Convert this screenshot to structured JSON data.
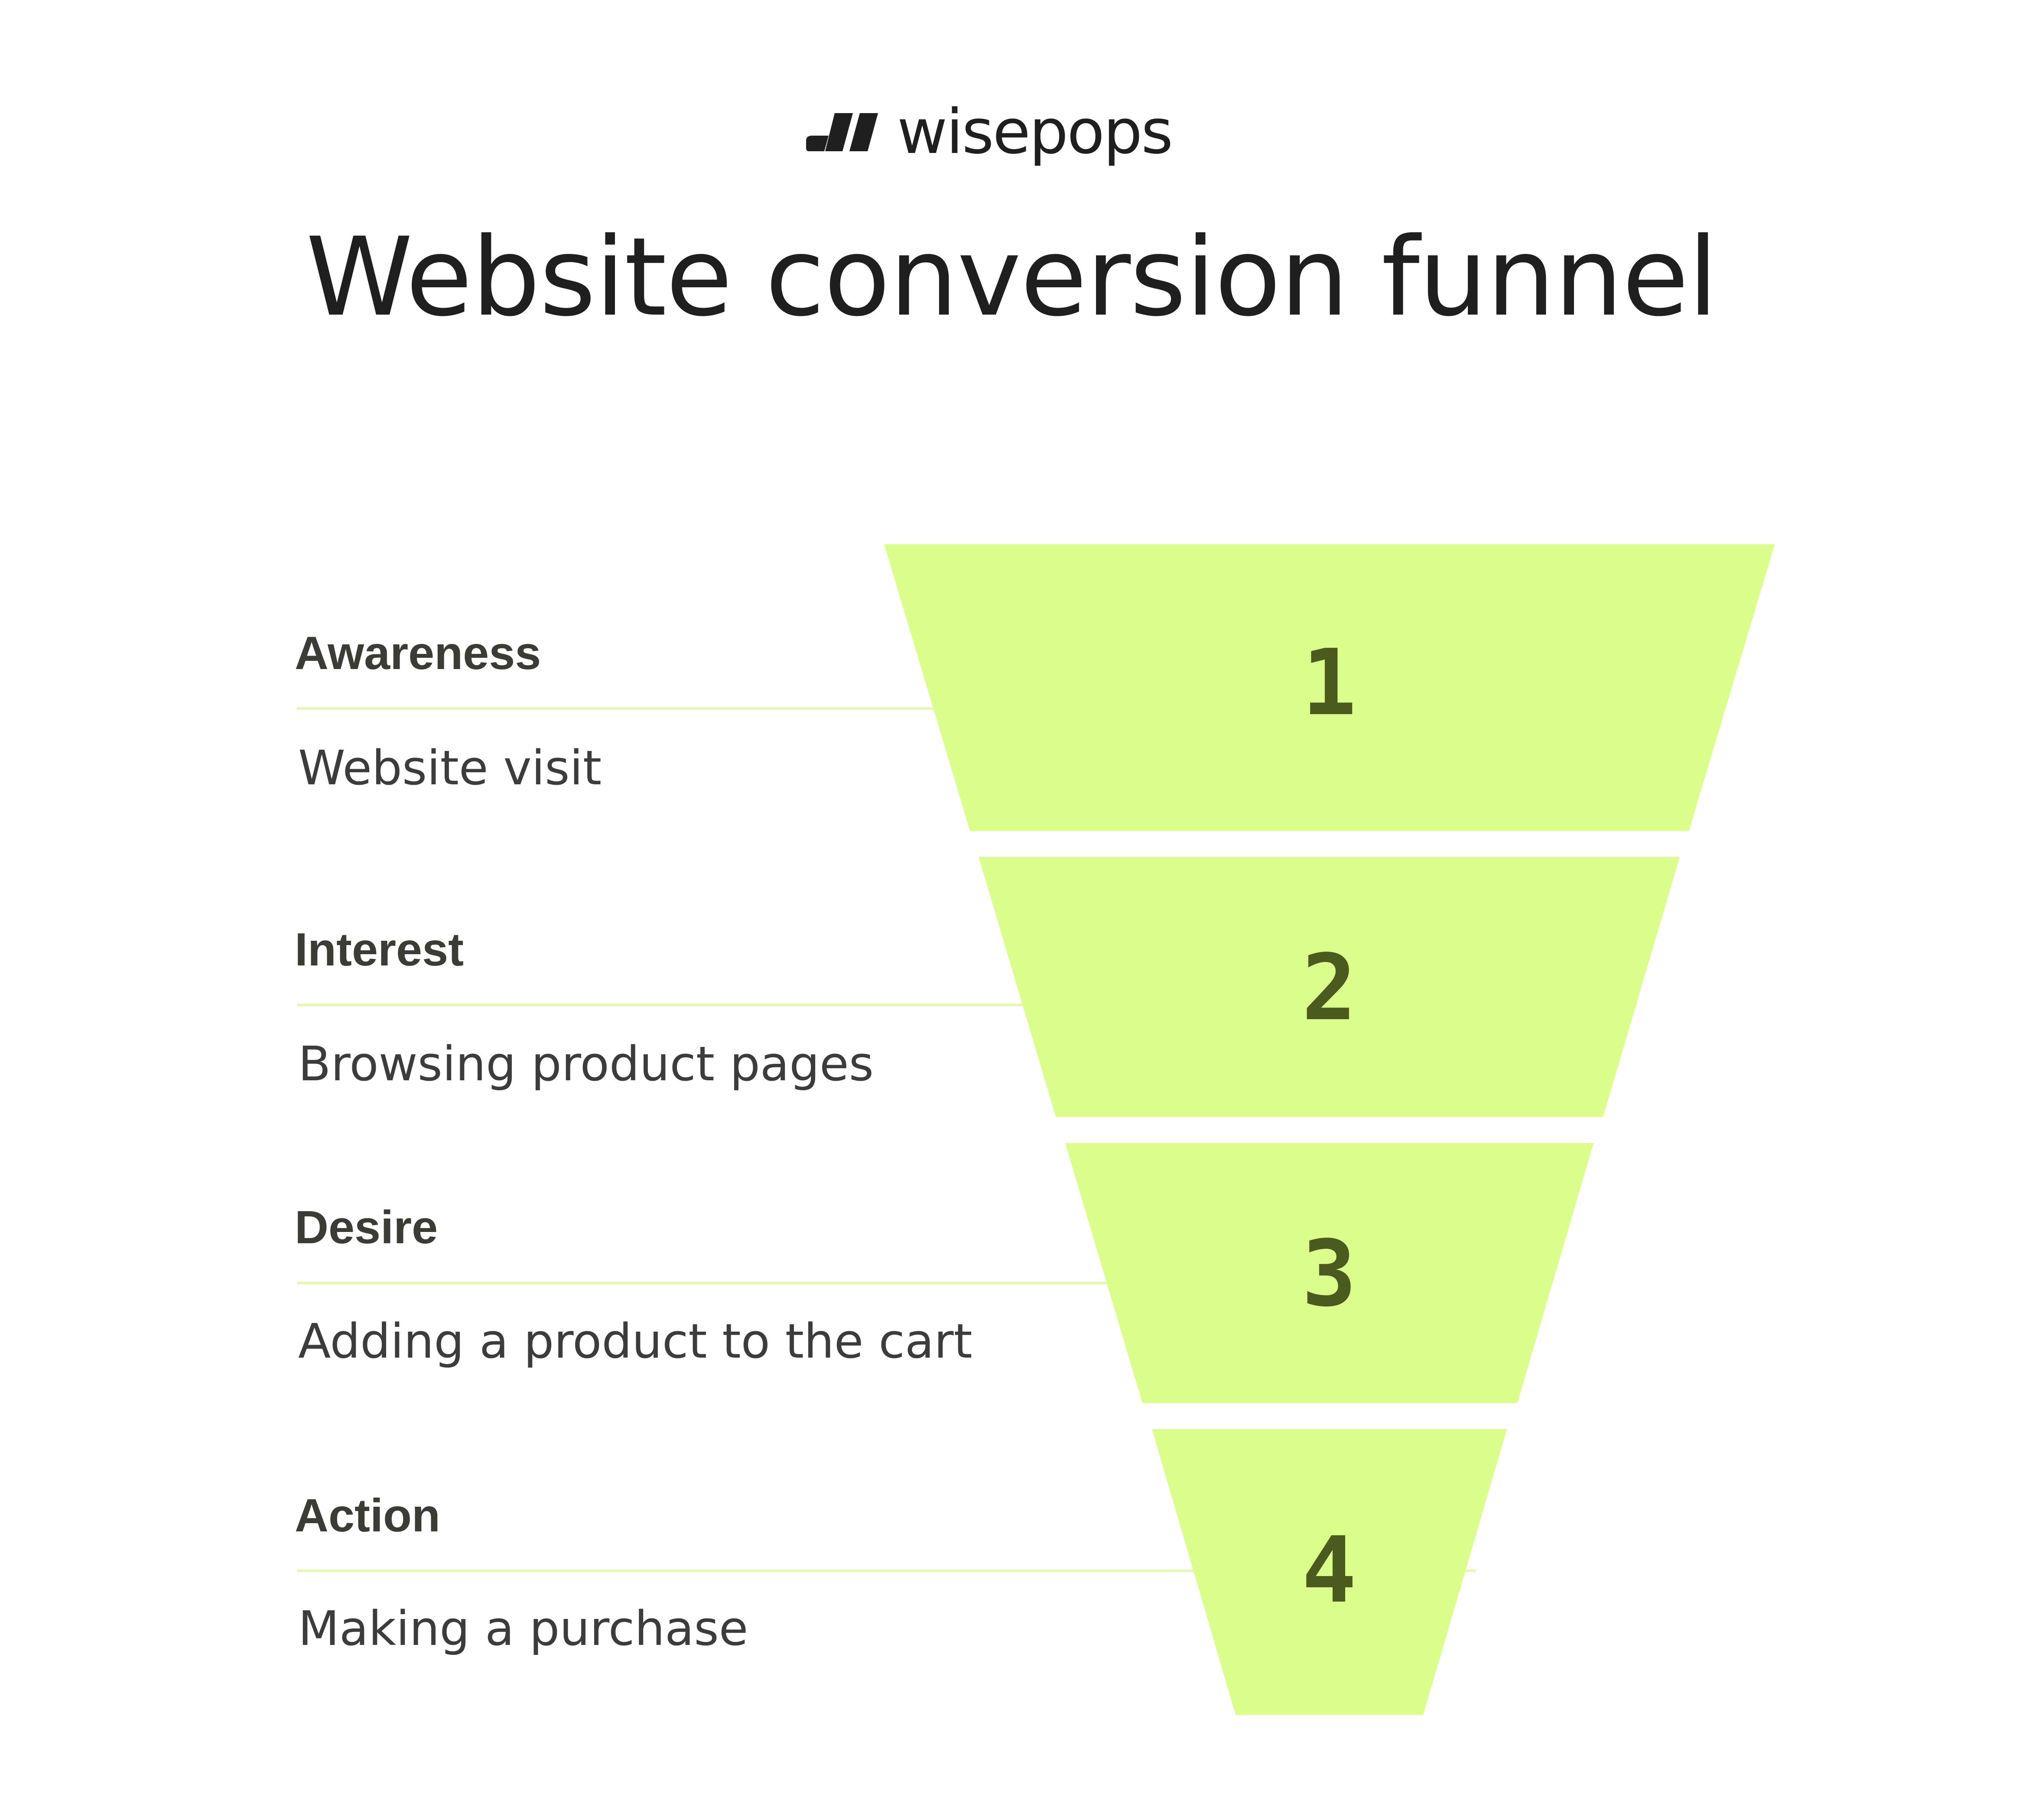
{
  "brand": {
    "name": "wisepops",
    "logo_icon": "wisepops-bars-logo-icon"
  },
  "title": "Website conversion funnel",
  "colors": {
    "funnel_fill": "#dafd8c",
    "divider": "#e6f8b4",
    "number": "#4b5a1e",
    "heading_text": "#1f1f1f",
    "label_text": "#3c3c36"
  },
  "stages": [
    {
      "number": "1",
      "name": "Awareness",
      "description": "Website visit"
    },
    {
      "number": "2",
      "name": "Interest",
      "description": "Browsing product pages"
    },
    {
      "number": "3",
      "name": "Desire",
      "description": "Adding a product to the cart"
    },
    {
      "number": "4",
      "name": "Action",
      "description": "Making a purchase"
    }
  ]
}
